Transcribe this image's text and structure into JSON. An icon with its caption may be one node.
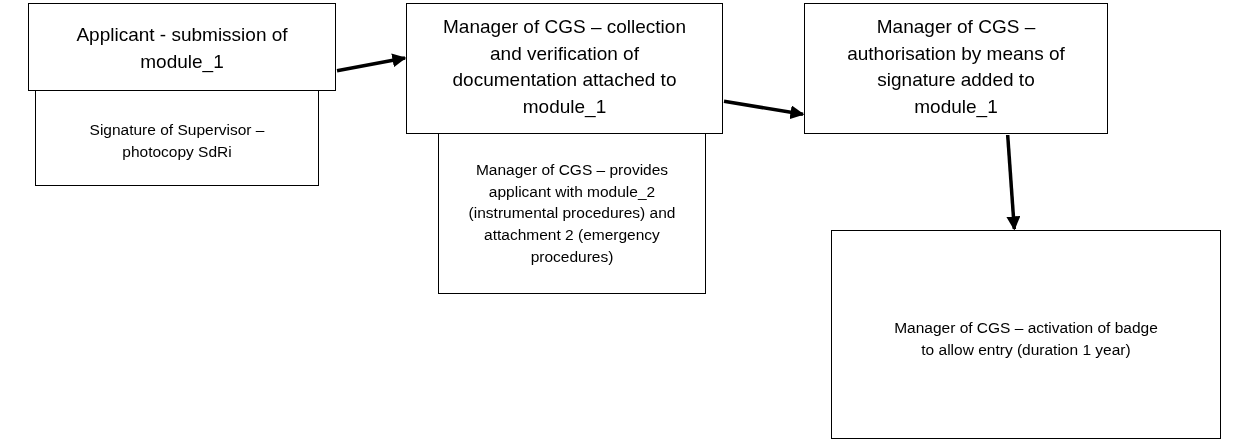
{
  "diagram": {
    "nodes": [
      {
        "text": [
          "Applicant - submission of module_1"
        ]
      },
      {
        "text": [
          "Signature of Supervisor – photocopy SdRi"
        ]
      },
      {
        "text": [
          "Manager of CGS – collection and verification of documentation attached to module_1"
        ]
      },
      {
        "text": [
          "Manager of CGS – provides applicant with module_2 (instrumental procedures) and attachment 2 (emergency procedures)"
        ]
      },
      {
        "text": [
          "Manager of CGS – authorisation by means of signature added to module_1"
        ]
      },
      {
        "text": [
          "Manager of CGS – activation of badge to allow entry (duration 1 year)"
        ]
      }
    ],
    "edges": [
      {
        "from": 0,
        "to": 2,
        "arrow": "to"
      },
      {
        "from": 2,
        "to": 4,
        "arrow": "to"
      },
      {
        "from": 4,
        "to": 5,
        "arrow": "to"
      }
    ]
  }
}
